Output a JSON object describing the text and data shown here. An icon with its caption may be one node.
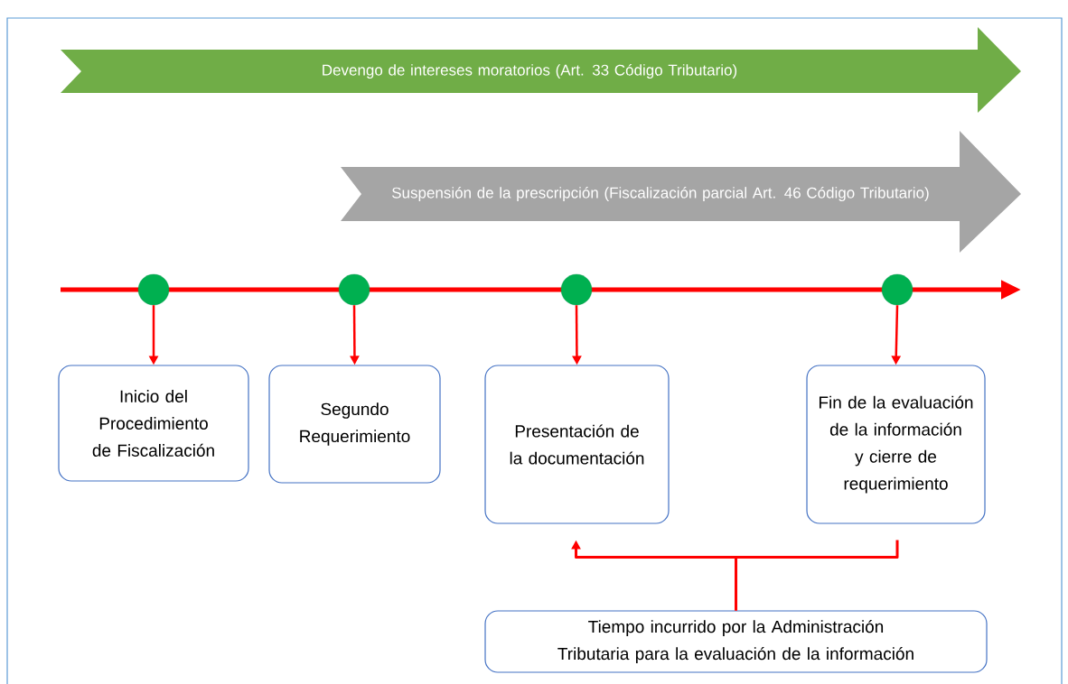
{
  "diagram": {
    "nodes": [
      {
        "text": [
          "Devengo de intereses moratorios (Art. 33 Código Tributario)"
        ]
      },
      {
        "text": [
          "Suspensión de la prescripción (Fiscalización parcial Art. 46 Código Tributario)"
        ]
      },
      {
        "text": [],
        "shape": "circle"
      },
      {
        "text": [],
        "shape": "circle"
      },
      {
        "text": [],
        "shape": "circle"
      },
      {
        "text": [],
        "shape": "circle"
      },
      {
        "text": [
          "Inicio del Procedimiento de Fiscalización"
        ]
      },
      {
        "text": [
          "Segundo Requerimiento"
        ]
      },
      {
        "text": [
          "Presentación de la documentación"
        ]
      },
      {
        "text": [
          "Fin de la evaluación de la información y cierre de requerimiento"
        ]
      },
      {
        "text": [
          "Tiempo incurrido por la Administración Tributaria para la evaluación de la información"
        ]
      }
    ],
    "edges": [
      {
        "from": 2,
        "to": 6,
        "arrow": "to"
      },
      {
        "from": 3,
        "to": 7,
        "arrow": "to"
      },
      {
        "from": 4,
        "to": 8,
        "arrow": "to"
      },
      {
        "from": 5,
        "to": 9,
        "arrow": "to"
      },
      {
        "from": 10,
        "to": 8,
        "arrow": "to"
      },
      {
        "from": 10,
        "to": 9,
        "arrow": "none"
      }
    ]
  }
}
